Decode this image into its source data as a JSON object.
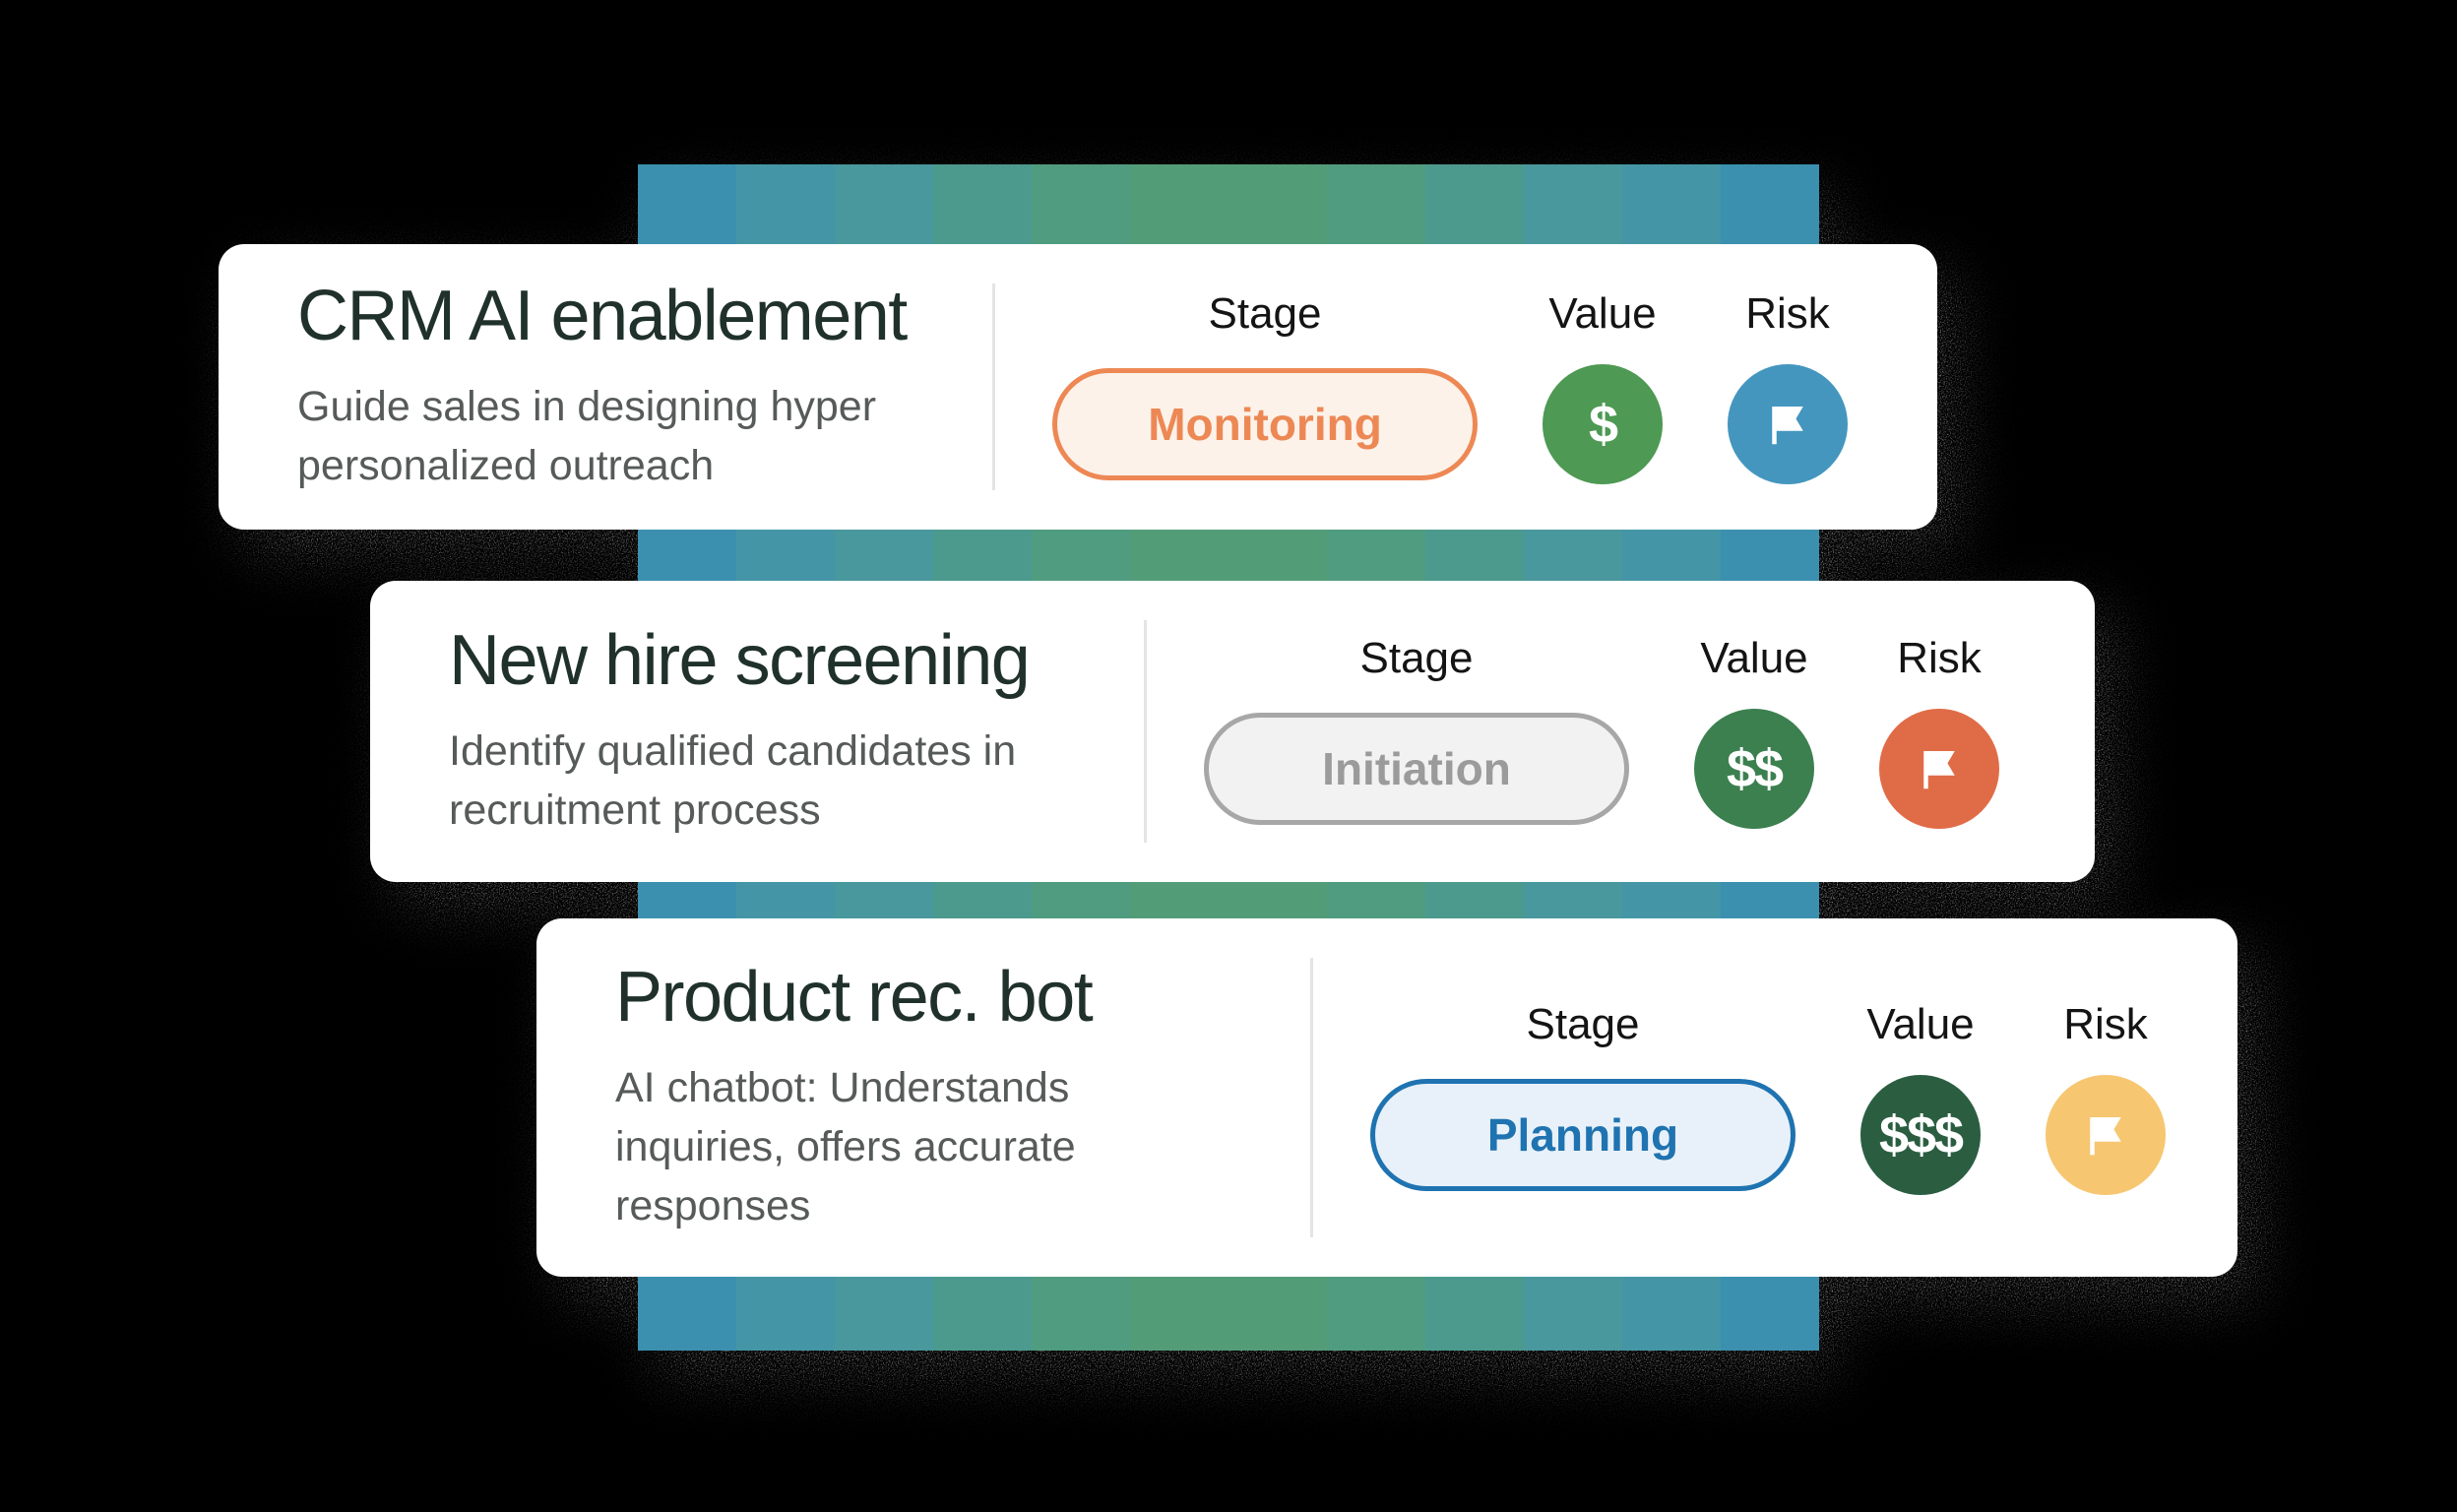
{
  "background_color": "#000000",
  "band": {
    "top_color": "#459DB8",
    "bottom_color": "#3E93AF",
    "stripe_colors": [
      "#3B90AF",
      "#4496A6",
      "#48989D",
      "#4C9A8E",
      "#509C80",
      "#529D78",
      "#529D78",
      "#509C80",
      "#4C9A8E",
      "#48989D",
      "#4496A6",
      "#3B90AF"
    ]
  },
  "columns": {
    "stage": "Stage",
    "value": "Value",
    "risk": "Risk"
  },
  "cards": [
    {
      "title": "CRM AI enablement",
      "description": "Guide sales in designing hyper personalized outreach",
      "stage": {
        "label": "Monitoring",
        "text_color": "#ED8855",
        "border_color": "#ED8855",
        "fill_color": "#FCF2E9"
      },
      "value": {
        "symbol": "$",
        "circle_color": "#4E9953"
      },
      "risk": {
        "icon": "flag",
        "circle_color": "#4496BE"
      }
    },
    {
      "title": "New hire screening",
      "description": "Identify qualified candidates in recruitment process",
      "stage": {
        "label": "Initiation",
        "text_color": "#9B9B9B",
        "border_color": "#A7A7A7",
        "fill_color": "#F2F2F2"
      },
      "value": {
        "symbol": "$$",
        "circle_color": "#3C8050"
      },
      "risk": {
        "icon": "flag",
        "circle_color": "#E06C47"
      }
    },
    {
      "title": "Product rec. bot",
      "description": "AI chatbot: Understands inquiries, offers accurate responses",
      "stage": {
        "label": "Planning",
        "text_color": "#1F73B0",
        "border_color": "#1F73B0",
        "fill_color": "#E8F1F9"
      },
      "value": {
        "symbol": "$$$",
        "circle_color": "#2B5E41"
      },
      "risk": {
        "icon": "flag",
        "circle_color": "#F7C671"
      }
    }
  ]
}
